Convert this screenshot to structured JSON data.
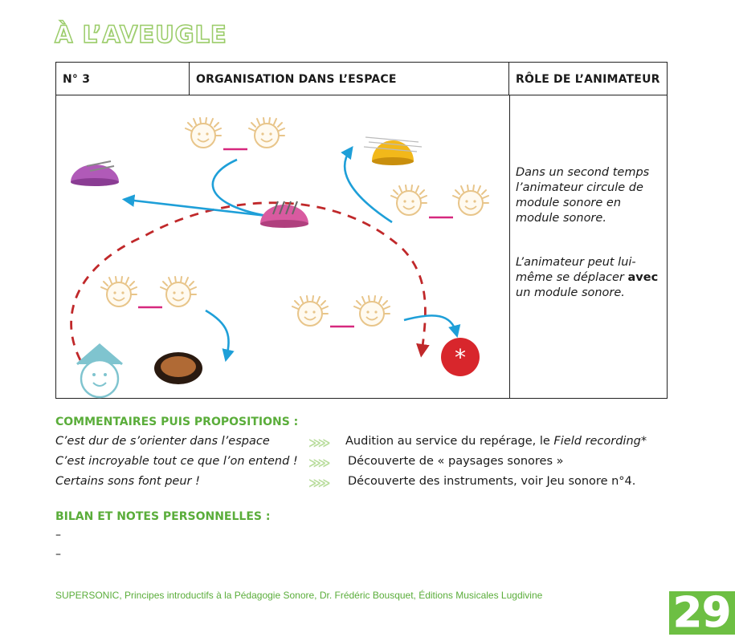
{
  "title": "À L’AVEUGLE",
  "table": {
    "col1": "N° 3",
    "col2": "ORGANISATION DANS L’ESPACE",
    "col3": "RÔLE DE L’ANIMATEUR",
    "role_p1": "Dans un second temps l’animateur circule de module sonore en module sonore.",
    "role_p2_before": "L’animateur peut lui-même se déplacer ",
    "role_p2_bold": "avec",
    "role_p2_after": " un module sonore."
  },
  "comments": {
    "title": "COMMENTAIRES PUIS PROPOSITIONS :",
    "arrow": "≫≫",
    "rows": [
      {
        "q": "C’est dur de s’orienter dans l’espace",
        "a_before": "Audition au service du repérage, le ",
        "a_italic": "Field recording",
        "a_after": "*"
      },
      {
        "q": "C’est incroyable tout ce que l’on entend !",
        "a_before": "Découverte de « paysages sonores »",
        "a_italic": "",
        "a_after": ""
      },
      {
        "q": "Certains sons font peur !",
        "a_before": "Découverte des instruments, voir Jeu sonore n°4.",
        "a_italic": "",
        "a_after": ""
      }
    ]
  },
  "bilan": {
    "title": "BILAN ET NOTES PERSONNELLES :",
    "lines": [
      "–",
      "–"
    ]
  },
  "footer": "SUPERSONIC, Principes introductifs à la Pédagogie Sonore, Dr. Frédéric Bousquet, Éditions Musicales Lugdivine",
  "page_number": "29",
  "colors": {
    "green": "#5aad3a",
    "dashed_path": "#c0282a",
    "arrows": "#1e9fd8",
    "pair_link": "#d6287e",
    "face": "#e8c58a"
  }
}
